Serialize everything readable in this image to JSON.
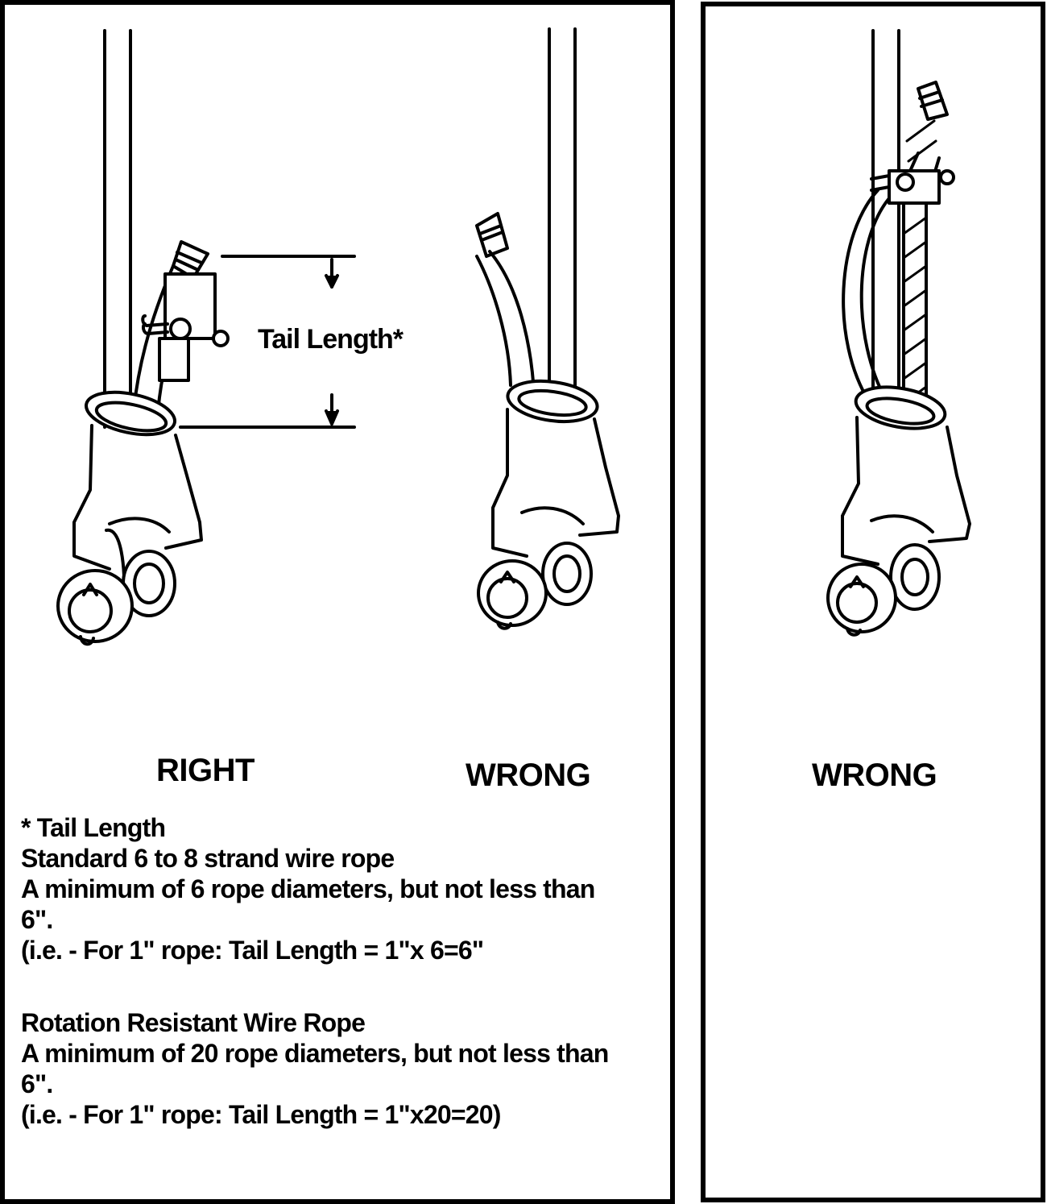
{
  "labels": {
    "right": "RIGHT",
    "wrong_1": "WRONG",
    "wrong_2": "WRONG",
    "tail_length_dim": "Tail Length*"
  },
  "notes": {
    "heading": "* Tail Length",
    "standard_title": "Standard 6 to 8 strand wire rope",
    "standard_rule": "A minimum of 6 rope diameters, but not less than 6\".",
    "standard_example": "(i.e. - For 1\" rope: Tail Length = 1\"x 6=6\"",
    "rotation_title": "Rotation Resistant Wire Rope",
    "rotation_rule": "A minimum of 20 rope diameters, but not less than 6\".",
    "rotation_example": "(i.e. - For 1\" rope: Tail Length = 1\"x20=20)"
  },
  "colors": {
    "ink": "#000000",
    "paper": "#ffffff"
  }
}
